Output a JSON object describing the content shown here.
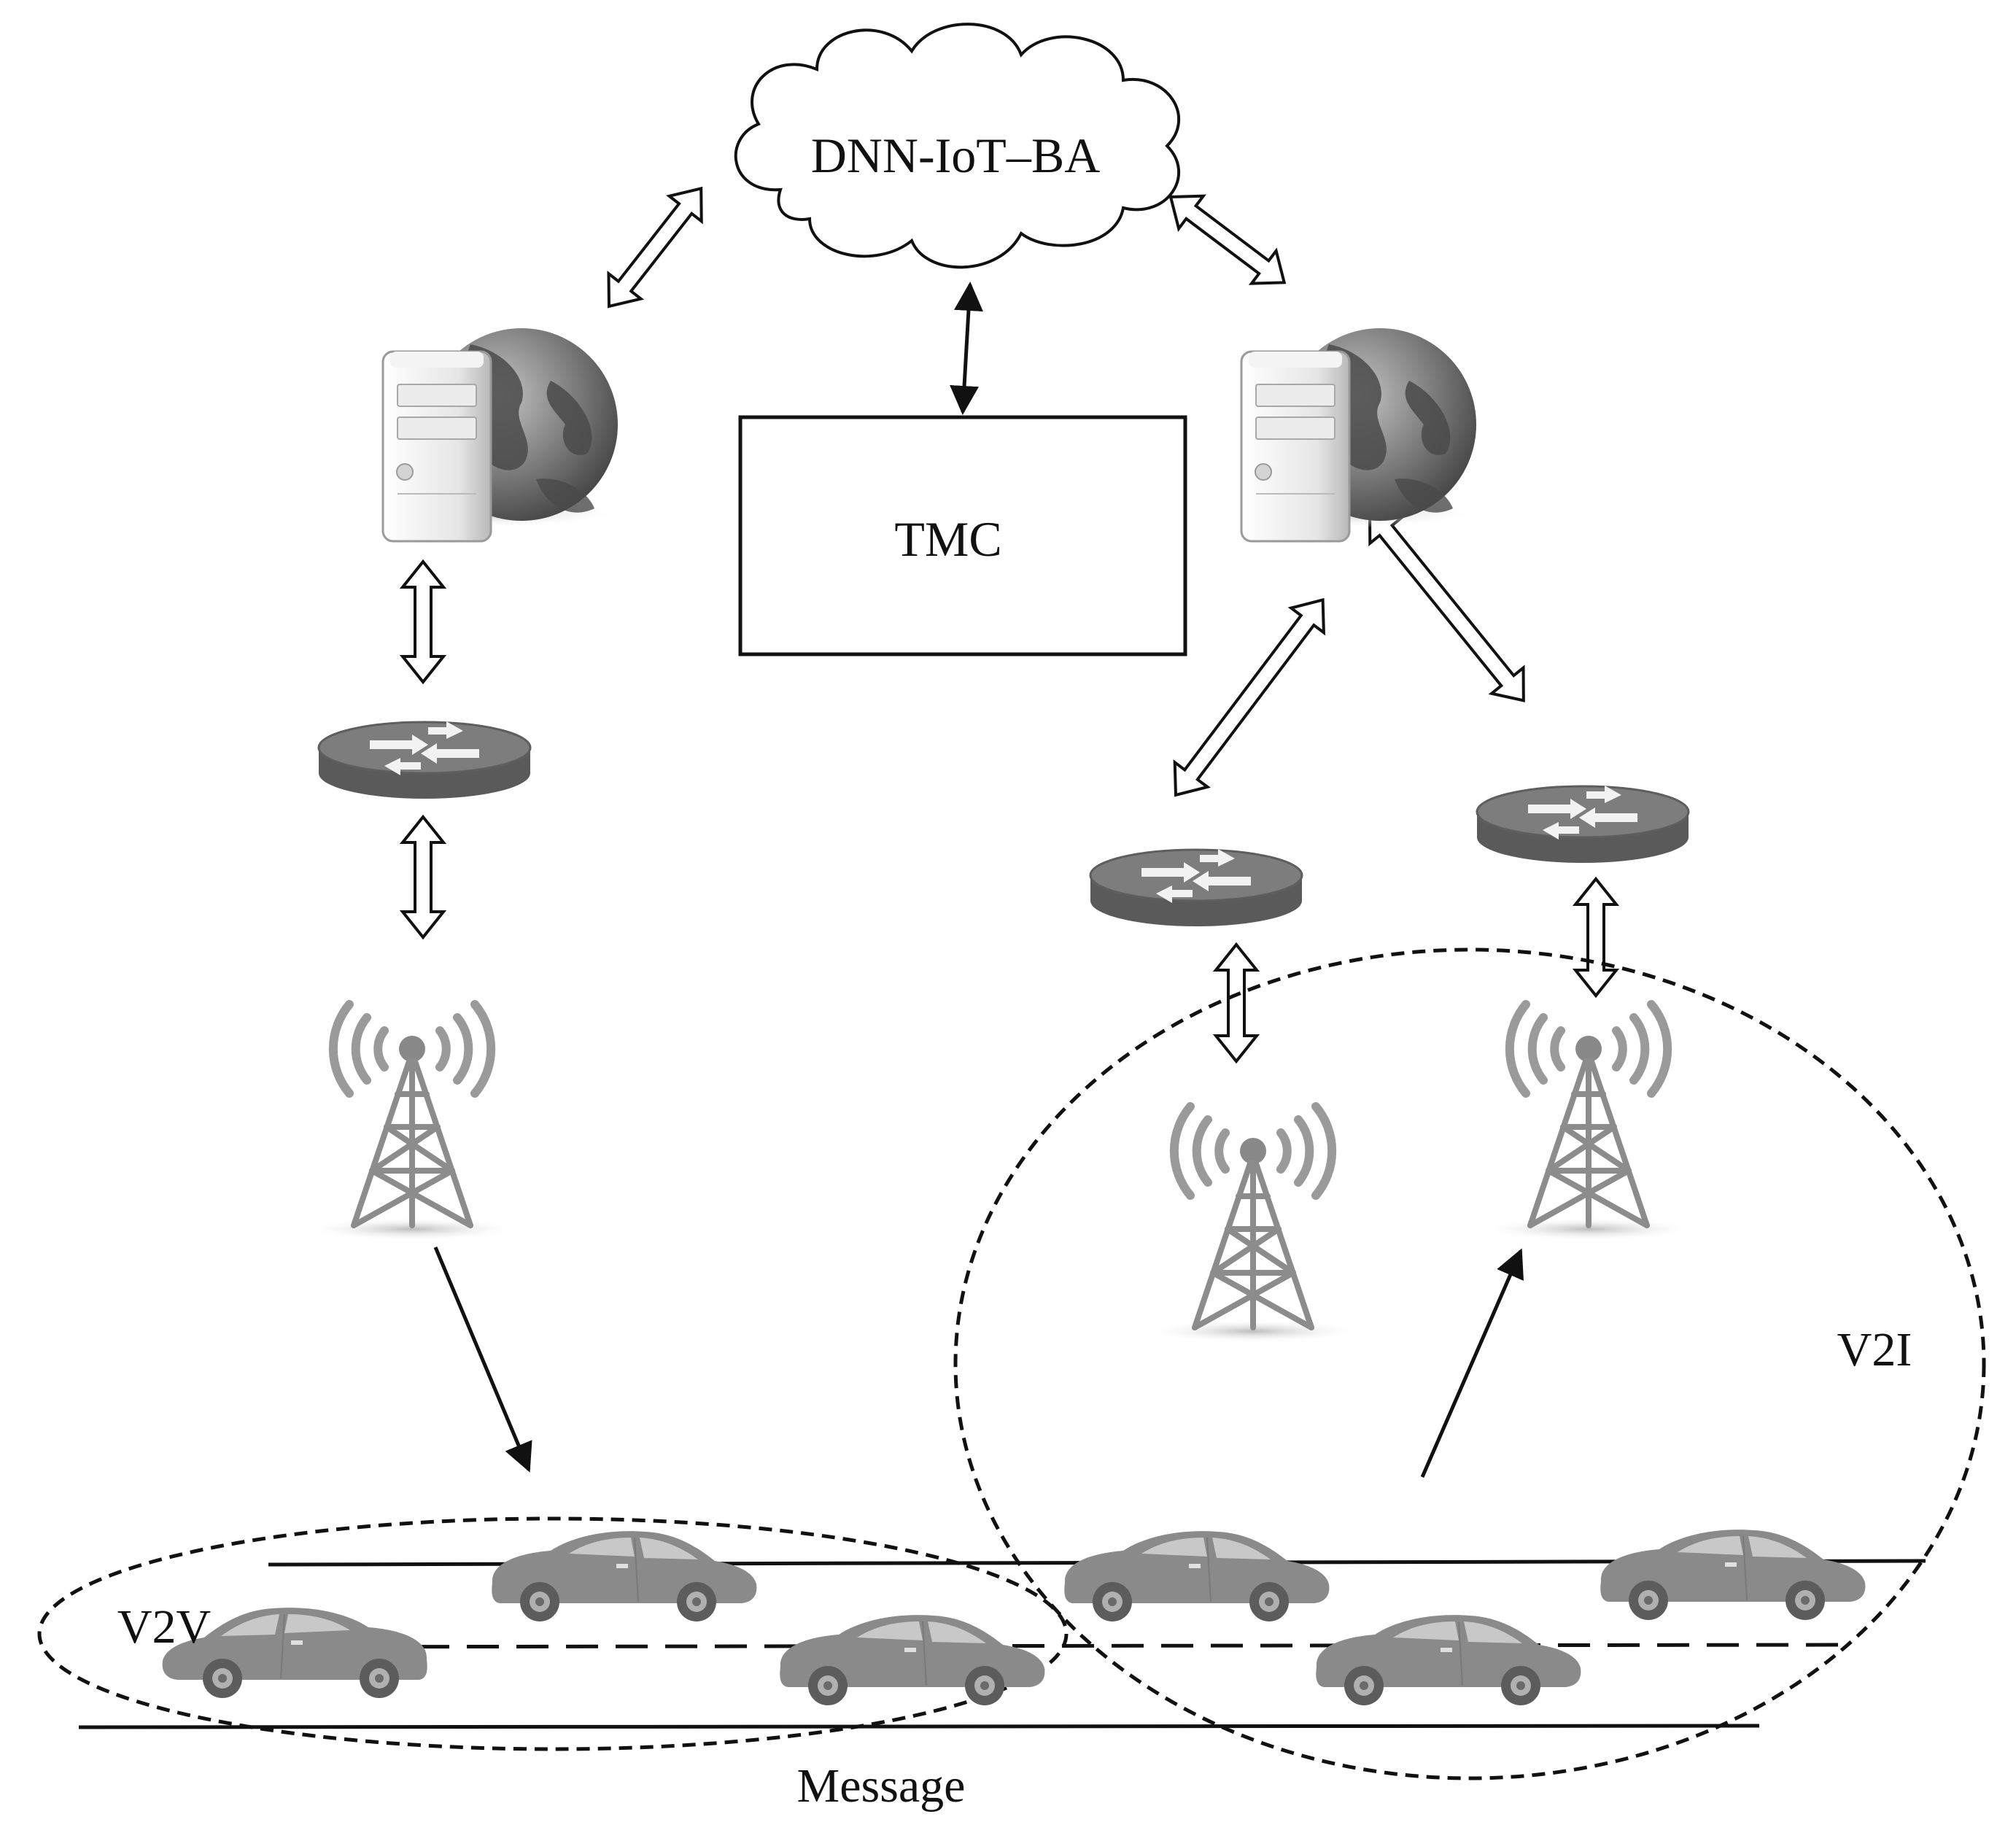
{
  "labels": {
    "cloud": "DNN-IoT–BA",
    "tmc": "TMC",
    "v2i": "V2I",
    "v2v": "V2V",
    "message": "Message"
  },
  "colors": {
    "stroke": "#111111",
    "car_body": "#8a8a8a",
    "router_top": "#7a7a7a",
    "globe": "#6e6e6e",
    "tower": "#9a9a9a"
  },
  "icons": [
    "cloud-icon",
    "server-globe-icon",
    "router-icon",
    "antenna-tower-icon",
    "car-icon"
  ]
}
